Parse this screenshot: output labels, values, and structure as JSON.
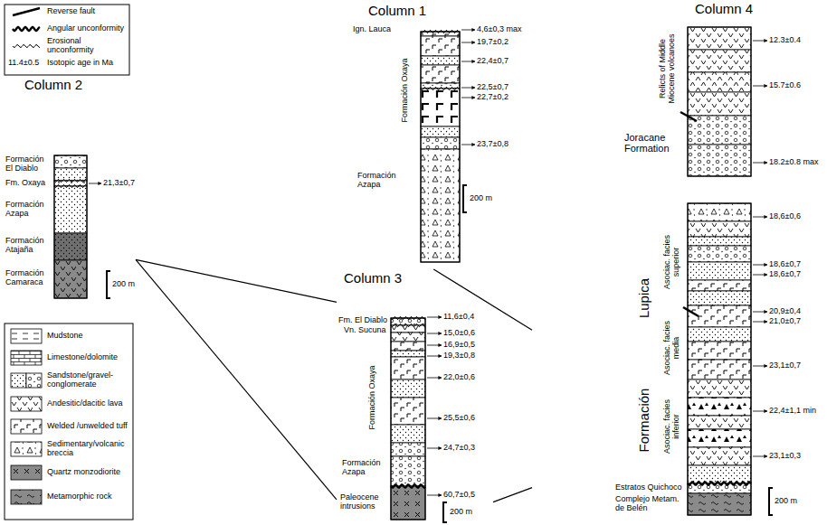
{
  "diagram": {
    "nodes": [
      {
        "text": [
          "Column 1"
        ]
      },
      {
        "text": [
          "Column 2"
        ]
      },
      {
        "text": [
          "Column 3"
        ]
      },
      {
        "text": [
          "Column 4"
        ]
      }
    ],
    "edges": [
      {
        "from": 1,
        "to": 2,
        "arrow": "none"
      },
      {
        "from": 1,
        "to": 2,
        "arrow": "none"
      },
      {
        "from": 2,
        "to": 3,
        "arrow": "none"
      },
      {
        "from": 2,
        "to": 3,
        "arrow": "none"
      }
    ],
    "labels": [
      "Ign. Lauca",
      "Formación Oxaya",
      "Formación Azapa",
      "4,6±0,3 max",
      "19,7±0,2",
      "22,4±0,7",
      "22,5±0,7",
      "22,7±0,2",
      "23,7±0,8",
      "200 m",
      "Formación El Diablo",
      "Fm. Oxaya",
      "Formación Azapa",
      "Formación Atajaña",
      "Formación Camaraca",
      "21,3±0,7",
      "200 m",
      "Fm. El Diablo",
      "Vn. Sucuna",
      "Formación Oxaya",
      "Formación Azapa",
      "Paleocene intrusions",
      "11,6±0,4",
      "15,0±0,6",
      "16,9±0,5",
      "19,3±0,8",
      "22,0±0,6",
      "25,5±0,6",
      "24,7±0,3",
      "60,7±0,5",
      "200 m",
      "Relicts of Middle Miocene volcanoes",
      "Joracane Formation",
      "12.3±0.4",
      "15.7±0.6",
      "18.2±0.8 max",
      "Lupica",
      "Formación",
      "Asociac. facies superior",
      "Asociac. facies media",
      "Asociac. facies inferior",
      "Estratos Quichoco",
      "Complejo Metam. de Belén",
      "18,6±0,6",
      "18,6±0,7",
      "18,6±0,7",
      "20,9±0,4",
      "21,0±0,7",
      "23,1±0,7",
      "22,4±1,1 min",
      "23,1±0,3",
      "200 m",
      "11.4±0.5"
    ],
    "legend": [
      {
        "text": "Reverse fault"
      },
      {
        "text": "Angular unconformity"
      },
      {
        "text": "Erosional unconformity"
      },
      {
        "text": "Isotopic age in Ma"
      },
      {
        "text": "Mudstone"
      },
      {
        "text": "Limestone/dolomite"
      },
      {
        "text": "Sandstone/gravel-conglomerate"
      },
      {
        "text": "Andesitic/dacitic lava"
      },
      {
        "text": "Welded /unwelded tuff"
      },
      {
        "text": "Sedimentary/volcanic breccia"
      },
      {
        "text": "Quartz monzodiorite"
      },
      {
        "text": "Metamorphic rock"
      }
    ]
  }
}
